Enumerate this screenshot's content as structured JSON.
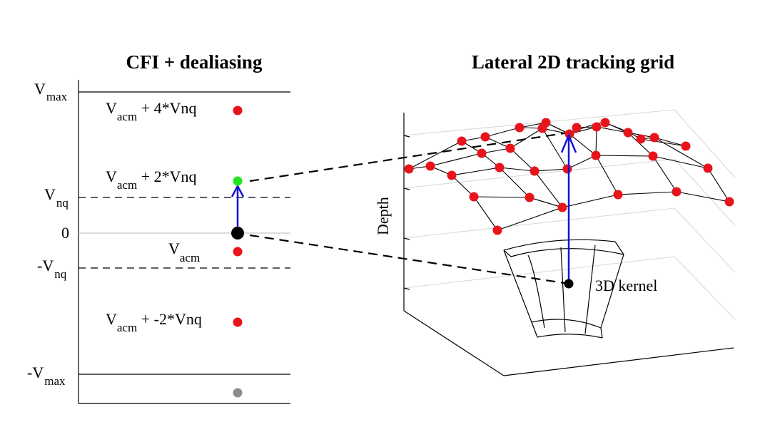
{
  "left_panel": {
    "title": "CFI + dealiasing",
    "axis_labels": {
      "vmax": {
        "main": "V",
        "sub": "max"
      },
      "vnq": {
        "main": "V",
        "sub": "nq"
      },
      "zero": "0",
      "neg_vnq": {
        "main": "-V",
        "sub": "nq"
      },
      "neg_vmax": {
        "main": "-V",
        "sub": "max"
      }
    },
    "candidates": [
      {
        "main": "V",
        "sub": "acm",
        "suffix": " + 4*Vnq"
      },
      {
        "main": "V",
        "sub": "acm",
        "suffix": " + 2*Vnq"
      },
      {
        "main": "V",
        "sub": "acm",
        "suffix": ""
      },
      {
        "main": "V",
        "sub": "acm",
        "suffix": " + -2*Vnq"
      }
    ]
  },
  "right_panel": {
    "title": "Lateral 2D tracking grid",
    "depth_label": "Depth",
    "kernel_label": "3D kernel"
  },
  "colors": {
    "candidate_dot": "#e8141b",
    "selected_dot": "#22e51e",
    "origin_dot": "#000000",
    "outside_dot": "#8c8c8c",
    "arrow": "#1212d8",
    "box_grid": "#d9d9d9"
  }
}
